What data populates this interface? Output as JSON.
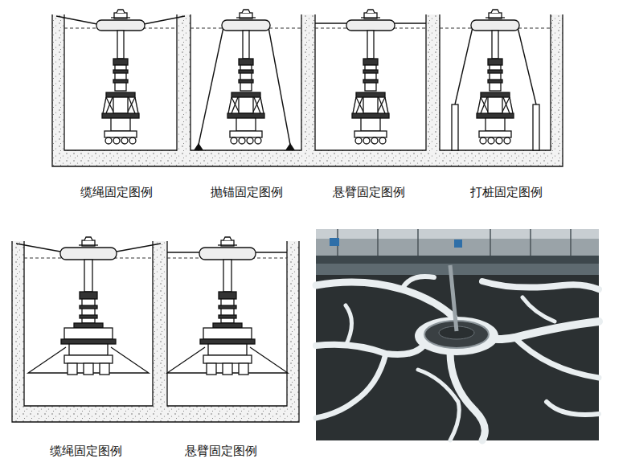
{
  "diagram": {
    "labels": [
      "缆绳固定图例",
      "抛锚固定图例",
      "悬臂固定图例",
      "打桩固定图例",
      "缆绳固定图例",
      "悬臂固定图例"
    ]
  }
}
